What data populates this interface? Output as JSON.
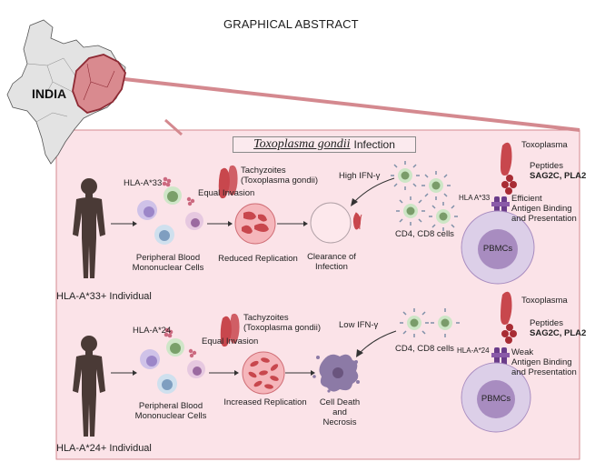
{
  "header": {
    "title": "GRAPHICAL ABSTRACT"
  },
  "map": {
    "country_label": "INDIA"
  },
  "panel": {
    "title_italic": "Toxoplasma gondii",
    "title_rest": "Infection"
  },
  "row_a33": {
    "hla_label": "HLA-A*33",
    "tachyzoites_line1": "Tachyzoites",
    "tachyzoites_line2": "(Toxoplasma gondii)",
    "invasion": "Equal Invasion",
    "pbmc_line1": "Peripheral Blood",
    "pbmc_line2": "Mononuclear Cells",
    "replication": "Reduced Replication",
    "outcome_line1": "Clearance of",
    "outcome_line2": "Infection",
    "ifn": "High IFN-γ",
    "tcells": "CD4, CD8 cells",
    "individual": "HLA-A*33+ Individual"
  },
  "row_a24": {
    "hla_label": "HLA-A*24",
    "tachyzoites_line1": "Tachyzoites",
    "tachyzoites_line2": "(Toxoplasma gondii)",
    "invasion": "Equal Invasion",
    "pbmc_line1": "Peripheral Blood",
    "pbmc_line2": "Mononuclear Cells",
    "replication": "Increased Replication",
    "outcome_line1": "Cell Death",
    "outcome_line2": "and",
    "outcome_line3": "Necrosis",
    "ifn": "Low IFN-γ",
    "tcells": "CD4, CD8 cells",
    "individual": "HLA-A*24+ Individual"
  },
  "side_a33": {
    "toxoplasma": "Toxoplasma",
    "peptides": "Peptides",
    "peptide_names": "SAG2C, PLA2",
    "hla": "HLA A*33",
    "binding_line1": "Efficient",
    "binding_line2": "Antigen Binding",
    "binding_line3": "and Presentation",
    "cell": "PBMCs"
  },
  "side_a24": {
    "toxoplasma": "Toxoplasma",
    "peptides": "Peptides",
    "peptide_names": "SAG2C, PLA2",
    "hla": "HLA-A*24",
    "binding_line1": "Weak",
    "binding_line2": "Antigen Binding",
    "binding_line3": "and Presentation",
    "cell": "PBMCs"
  },
  "colors": {
    "panel_bg": "#fbe3e8",
    "panel_border": "#d4898f",
    "parasite": "#c8474d",
    "pbmc": "#a88cc0",
    "body": "#4a3a36"
  }
}
